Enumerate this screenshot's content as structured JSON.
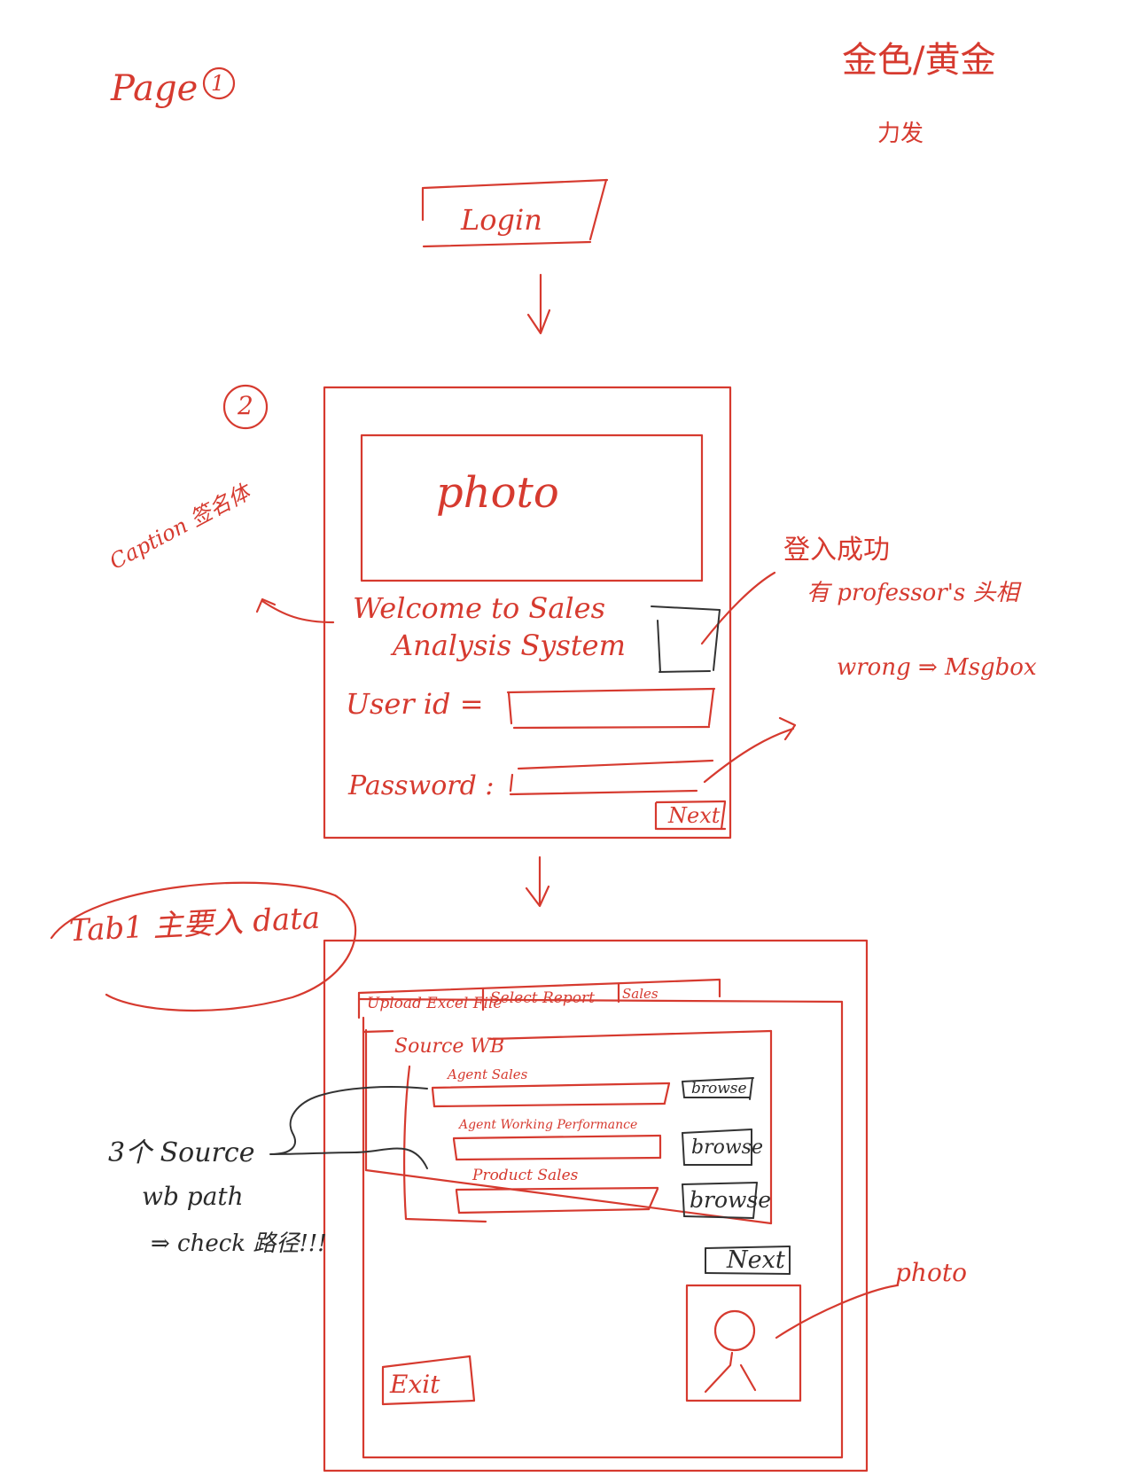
{
  "colors": {
    "ink_red": "#d63a2f",
    "ink_dark": "#333333"
  },
  "page_label": "Page",
  "page_number": "1",
  "top_right_note": {
    "line1": "金色/黄金",
    "line2": "力发"
  },
  "step1": {
    "box_label": "Login"
  },
  "step2": {
    "number": "2",
    "photo_label": "photo",
    "welcome_line1": "Welcome  to  Sales",
    "welcome_line2": "Analysis  System",
    "user_id_label": "User  id  =",
    "password_label": "Password  :",
    "next_button": "Next",
    "caption_note": "Caption 签名体",
    "success_note_line1": "登入成功",
    "success_note_line2": "有 professor's 头相",
    "wrong_note": "wrong ⇒ Msgbox"
  },
  "tab_note": "Tab1 主要入 data",
  "step3": {
    "tabs": [
      "Upload Excel File",
      "Select Report",
      "Sales"
    ],
    "source_label": "Source WB",
    "fields": [
      {
        "label": "Agent Sales",
        "button": "browse"
      },
      {
        "label": "Agent Working Performance",
        "button": "browse"
      },
      {
        "label": "Product Sales",
        "button": "browse"
      }
    ],
    "next_button": "Next",
    "exit_button": "Exit",
    "photo_note": "photo"
  },
  "source_note": {
    "line1": "3个 Source",
    "line2": "wb path",
    "line3": "⇒ check 路径!!!"
  }
}
